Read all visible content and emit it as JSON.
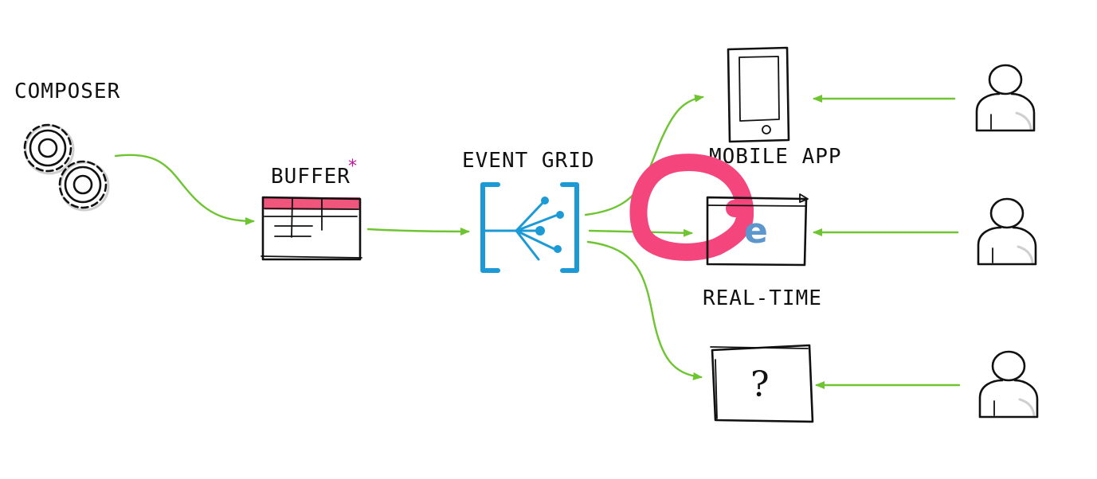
{
  "labels": {
    "composer": "COMPOSER",
    "buffer": "BUFFER",
    "buffer_mark": "*",
    "event_grid": "EVENT GRID",
    "mobile_app": "MOBILE APP",
    "real_time": "REAL-TIME",
    "unknown": "?"
  },
  "icons": {
    "composer": "gears-icon",
    "buffer": "table-icon",
    "event_grid": "event-grid-icon",
    "mobile_app": "smartphone-icon",
    "real_time": "browser-window-icon",
    "real_time_logo": "real-time-service-logo",
    "browser_logo": "browser-e-logo",
    "unknown": "question-box-icon",
    "user": "person-icon"
  },
  "colors": {
    "arrow": "#6ec531",
    "event_grid": "#1c9ad6",
    "buffer_header": "#f0557c",
    "logo_pink": "#f4457c",
    "logo_e": "#5b97cc",
    "asterisk": "#c0149a",
    "ink": "#111111"
  }
}
